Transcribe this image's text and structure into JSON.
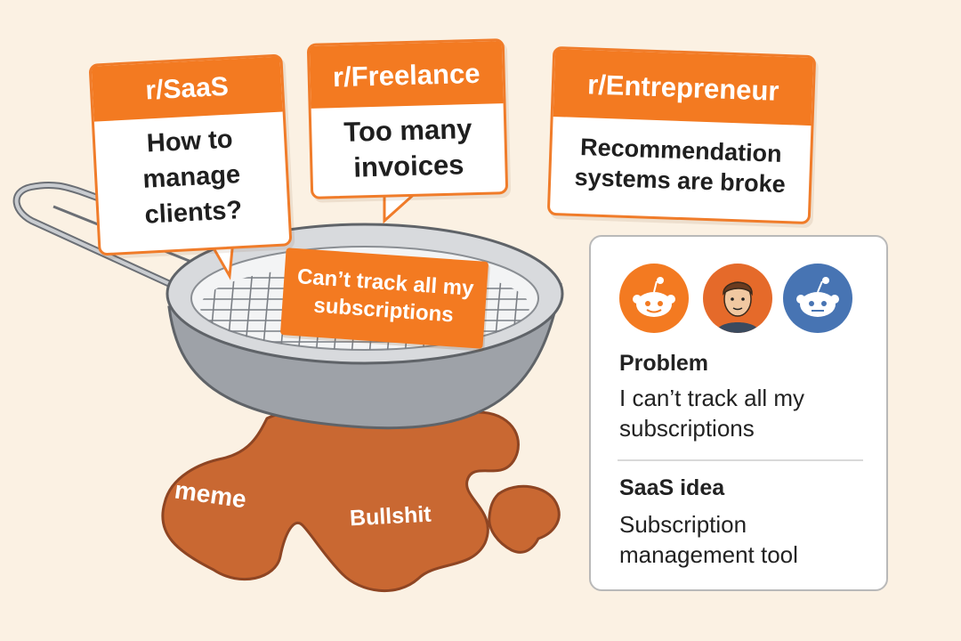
{
  "colors": {
    "background": "#fbf1e3",
    "accent_orange": "#f37a21",
    "blob_brown": "#c96832",
    "reddit_blue": "#4774b3"
  },
  "bubbles": [
    {
      "subreddit": "r/SaaS",
      "text": "How to manage clients?"
    },
    {
      "subreddit": "r/Freelance",
      "text": "Too many invoices"
    },
    {
      "subreddit": "r/Entrepreneur",
      "text": "Recommendation systems are broke"
    }
  ],
  "pan": {
    "tag": "Can’t track all my subscriptions",
    "icon": "frying-pan-icon"
  },
  "blobs": [
    {
      "label": "meme"
    },
    {
      "label": "Bullshit"
    }
  ],
  "card": {
    "avatars": [
      "reddit-snoo-orange-icon",
      "person-avatar-icon",
      "reddit-snoo-blue-icon"
    ],
    "problem_heading": "Problem",
    "problem_text": "I can’t track all my subscriptions",
    "idea_heading": "SaaS idea",
    "idea_text": "Subscription management tool"
  }
}
